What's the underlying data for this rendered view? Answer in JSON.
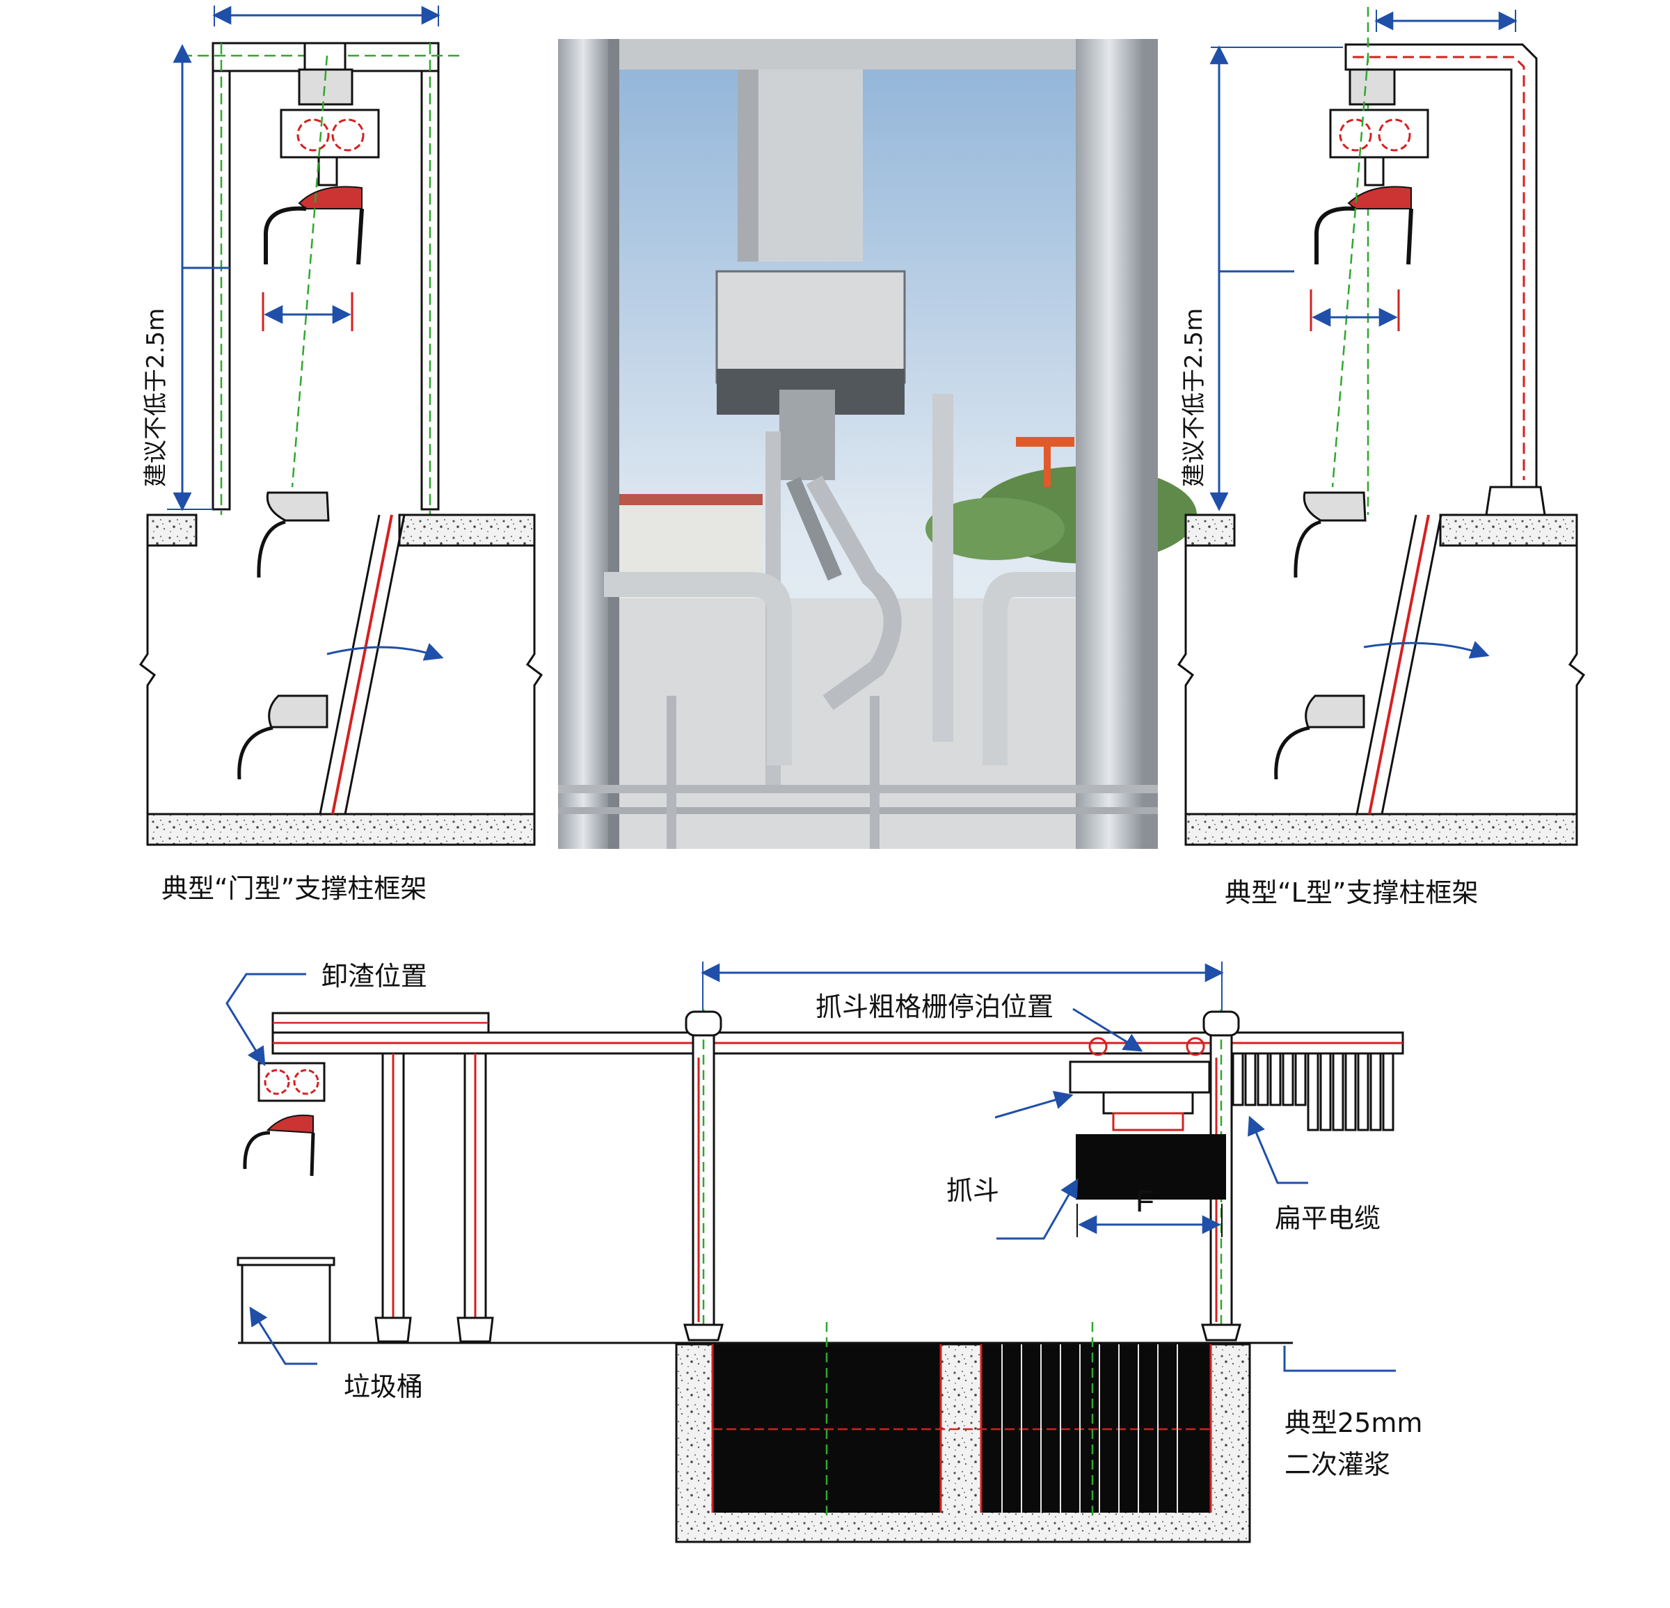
{
  "captions": {
    "door_frame": "典型“门型”支撑柱框架",
    "l_frame": "典型“L型”支撑柱框架"
  },
  "height_note": "建议不低于2.5m",
  "labels": {
    "discharge": "卸渣位置",
    "parking": "抓斗粗格栅停泊位置",
    "grab": "抓斗",
    "cable": "扁平电缆",
    "dim_f": "F",
    "bin": "垃圾桶",
    "grout_line1": "典型25mm",
    "grout_line2": "二次灌浆"
  },
  "colors": {
    "dimension_blue": "#1f4fa8",
    "centerline_green": "#2ea82e",
    "steel_red": "#d42020",
    "outline_black": "#111111",
    "grating_black": "#0a0a0a"
  }
}
